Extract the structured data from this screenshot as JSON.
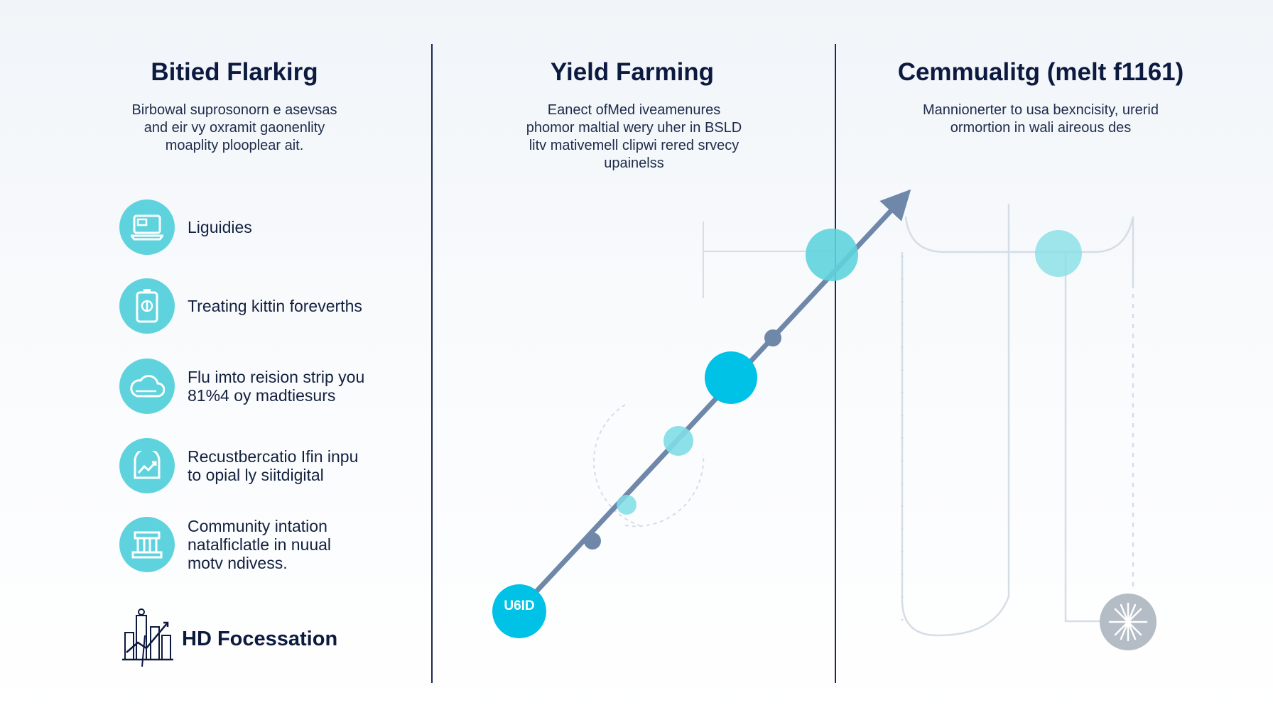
{
  "columns": [
    {
      "title": "Bitied Flarkirg",
      "description": "Birbowal suprosonorn e asevsas\nand eir vy oxramit gaonenlity\nmoaplity plooplear ait."
    },
    {
      "title": "Yield Farming",
      "description": "Eanect ofMed iveamenures\nphomor maltial wery uher in BSLD\nlitv mativemell clipwi rered srvecy\nupainelss"
    },
    {
      "title": "Cemmualitg (melt f1161)",
      "description": "Mannionerter to usa bexncisity, urerid\normortion in wali aireous des"
    }
  ],
  "features": [
    {
      "label": "Liguidies",
      "icon": "laptop-icon"
    },
    {
      "label": "Treating kittin foreverths",
      "icon": "battery-icon"
    },
    {
      "label": "Flu imto reision strip you\n81%4 oy madtiesurs",
      "icon": "cloud-icon"
    },
    {
      "label": "Recustbercatio Ifin inpu\nto opial ly siitdigital",
      "icon": "chart-icon"
    },
    {
      "label": "Community intation\nnatalficlatle in nuual\nmotv ndivess.",
      "icon": "building-icon"
    }
  ],
  "brand": {
    "label": "HD Focessation",
    "icon": "city-icon"
  },
  "diagram": {
    "start_node_label": "U6ID"
  },
  "colors": {
    "accent_cyan": "#00c2e6",
    "accent_light": "#5fd3dd",
    "arrow": "#6f87a8",
    "divider": "#1b2a55",
    "heading": "#0d1a3f"
  }
}
